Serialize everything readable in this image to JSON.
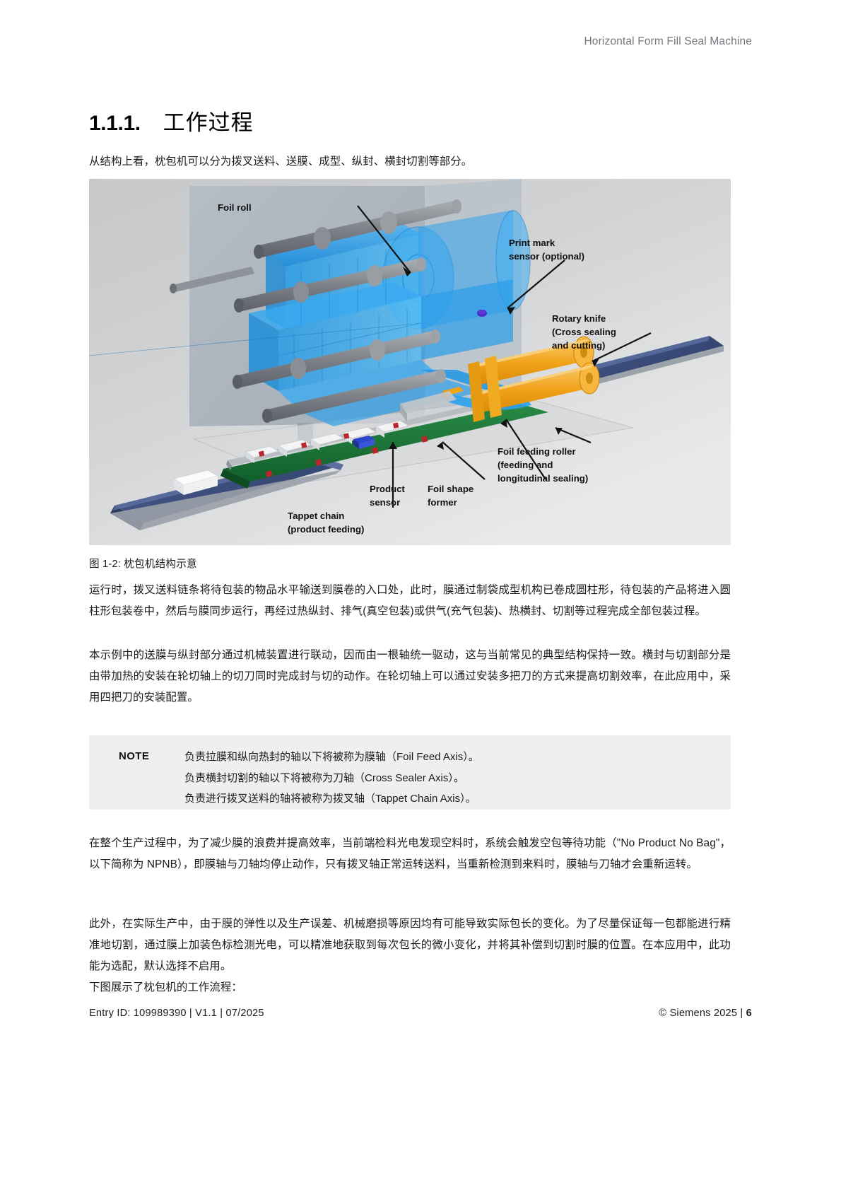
{
  "header": {
    "title": "Horizontal Form Fill Seal Machine"
  },
  "heading": {
    "number": "1.1.1.",
    "title": "工作过程"
  },
  "paragraphs": {
    "lead": "从结构上看，枕包机可以分为拨叉送料、送膜、成型、纵封、横封切割等部分。",
    "p2": "运行时，拨叉送料链条将待包装的物品水平输送到膜卷的入口处，此时，膜通过制袋成型机构已卷成圆柱形，待包装的产品将进入圆柱形包装卷中，然后与膜同步运行，再经过热纵封、排气(真空包装)或供气(充气包装)、热横封、切割等过程完成全部包装过程。",
    "p3": "本示例中的送膜与纵封部分通过机械装置进行联动，因而由一根轴统一驱动，这与当前常见的典型结构保持一致。横封与切割部分是由带加热的安装在轮切轴上的切刀同时完成封与切的动作。在轮切轴上可以通过安装多把刀的方式来提高切割效率，在此应用中，采用四把刀的安装配置。",
    "p4": "在整个生产过程中，为了减少膜的浪费并提高效率，当前端检料光电发现空料时，系统会触发空包等待功能（\"No Product No Bag\"，以下简称为 NPNB），即膜轴与刀轴均停止动作，只有拨叉轴正常运转送料，当重新检测到来料时，膜轴与刀轴才会重新运转。",
    "p5": "此外，在实际生产中，由于膜的弹性以及生产误差、机械磨损等原因均有可能导致实际包长的变化。为了尽量保证每一包都能进行精准地切割，通过膜上加装色标检测光电，可以精准地获取到每次包长的微小变化，并将其补偿到切割时膜的位置。在本应用中，此功能为选配，默认选择不启用。",
    "p6": "下图展示了枕包机的工作流程："
  },
  "figure": {
    "caption": "图 1-2: 枕包机结构示意",
    "labels": {
      "foil_roll": "Foil roll",
      "print_mark_1": "Print mark",
      "print_mark_2": "sensor (optional)",
      "rotary_knife_1": "Rotary knife",
      "rotary_knife_2": "(Cross sealing",
      "rotary_knife_3": "and cutting)",
      "foil_feeding_1": "Foil feeding roller",
      "foil_feeding_2": "(feeding and",
      "foil_feeding_3": "longitudinal sealing)",
      "product_sensor_1": "Product",
      "product_sensor_2": "sensor",
      "foil_shape_1": "Foil shape",
      "foil_shape_2": "former",
      "tappet_chain_1": "Tappet chain",
      "tappet_chain_2": "(product feeding)"
    }
  },
  "note": {
    "label": "NOTE",
    "lines": [
      "负责拉膜和纵向热封的轴以下将被称为膜轴（Foil Feed Axis）。",
      "负责横封切割的轴以下将被称为刀轴（Cross Sealer Axis）。",
      "负责进行拨叉送料的轴将被称为拨叉轴（Tappet Chain Axis）。"
    ]
  },
  "footer": {
    "left": "Entry ID: 109989390 | V1.1 | 07/2025",
    "right_copyright": "© Siemens 2025 | ",
    "right_page": "6"
  },
  "colors": {
    "header_gray": "#76767e",
    "note_bg": "#efefed",
    "figure_bg": "#ced0d2",
    "foil_blue": "#2196e8",
    "knife_orange": "#f2a01e",
    "belt_navy": "#3c4f7a",
    "board_green": "#1d6b35"
  }
}
